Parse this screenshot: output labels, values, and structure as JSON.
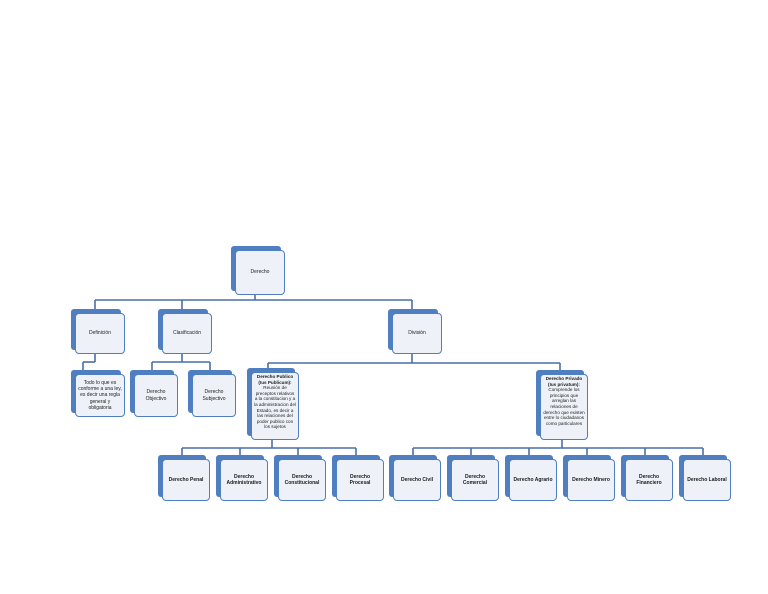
{
  "diagram": {
    "root": "Derecho",
    "definicion": "Definición",
    "definicion_text": "Todo lo que es conforme a una ley, es decir una regla general y obligatoria",
    "clasificacion": "Clasificación",
    "objectivo": "Derecho Objectivo",
    "subjectivo": "Derecho Subjectivo",
    "division": "División",
    "publico_title": "Derecho Publico (Ius Publicum):",
    "publico_text": " Reunión de preceptos relativos a la constitucion y a la administracion del Estado, es decir a las relaciones del poder publico con los sujetos",
    "privado_title": "Derecho Privado (Ius privatum):",
    "privado_text": " Comprende los principios que arreglan las relaciones de derecho que existen entre lo ciudadanos como particulares",
    "penal": "Derecho Penal",
    "administrativo": "Derecho Administrativo",
    "constitucional": "Derecho Constitucional",
    "procesal": "Derecho Procesal",
    "civil": "Derecho Civil",
    "comercial": "Derecho Comercial",
    "agrario": "Derecho Agrario",
    "minero": "Derecho Minero",
    "financiero": "Derecho Financiero",
    "laboral": "Derecho Laboral"
  },
  "colors": {
    "box": "#4f7fc1",
    "fill": "#eef2f8",
    "line": "#4a6fa5"
  }
}
